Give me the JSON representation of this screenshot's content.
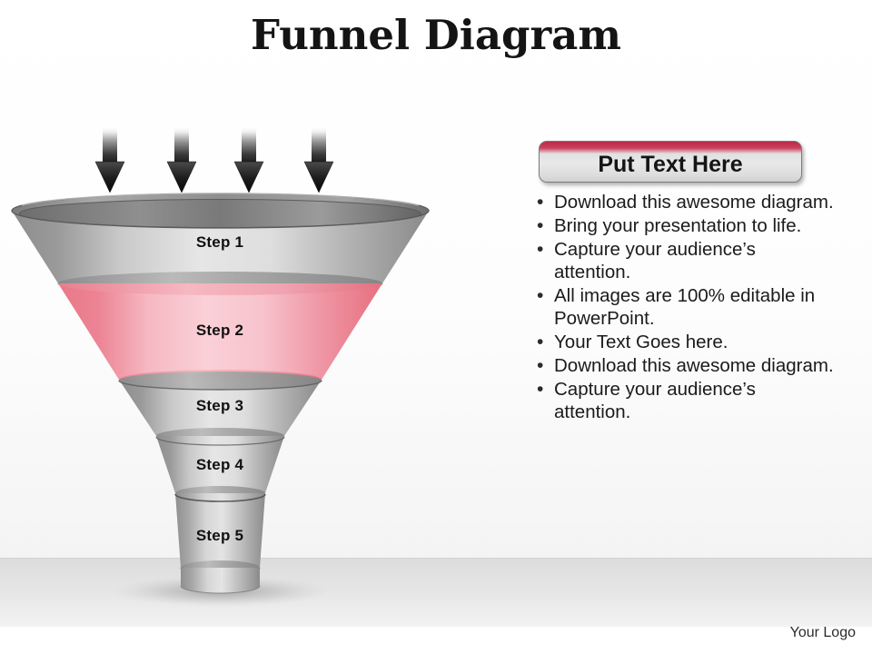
{
  "slide": {
    "title": "Funnel Diagram",
    "logo": "Your Logo",
    "background_color": "#ffffff",
    "floor_color": "#dcdcdc"
  },
  "diagram": {
    "type": "funnel",
    "arrow_count": 4,
    "arrow_icon": "arrow-down-icon",
    "highlight_color": "#e8798a",
    "highlight_light_color": "#f9c7cf",
    "body_color": "#909090",
    "body_light_color": "#e2e2e2",
    "steps": [
      {
        "label": "Step 1",
        "color": "gray",
        "highlighted": false
      },
      {
        "label": "Step 2",
        "color": "pink",
        "highlighted": true
      },
      {
        "label": "Step 3",
        "color": "gray",
        "highlighted": false
      },
      {
        "label": "Step 4",
        "color": "gray",
        "highlighted": false
      },
      {
        "label": "Step 5",
        "color": "gray",
        "highlighted": false
      }
    ]
  },
  "panel": {
    "button": {
      "label": "Put Text Here",
      "accent_color": "#c0304a",
      "body_color": "#e4e4e4"
    },
    "bullet_char": "•",
    "bullets": [
      "Download this awesome diagram.",
      "Bring your presentation to life.",
      "Capture your audience’s attention.",
      "All images are 100% editable in PowerPoint.",
      "Your Text Goes here.",
      "Download this awesome diagram.",
      "Capture your audience’s attention."
    ]
  }
}
